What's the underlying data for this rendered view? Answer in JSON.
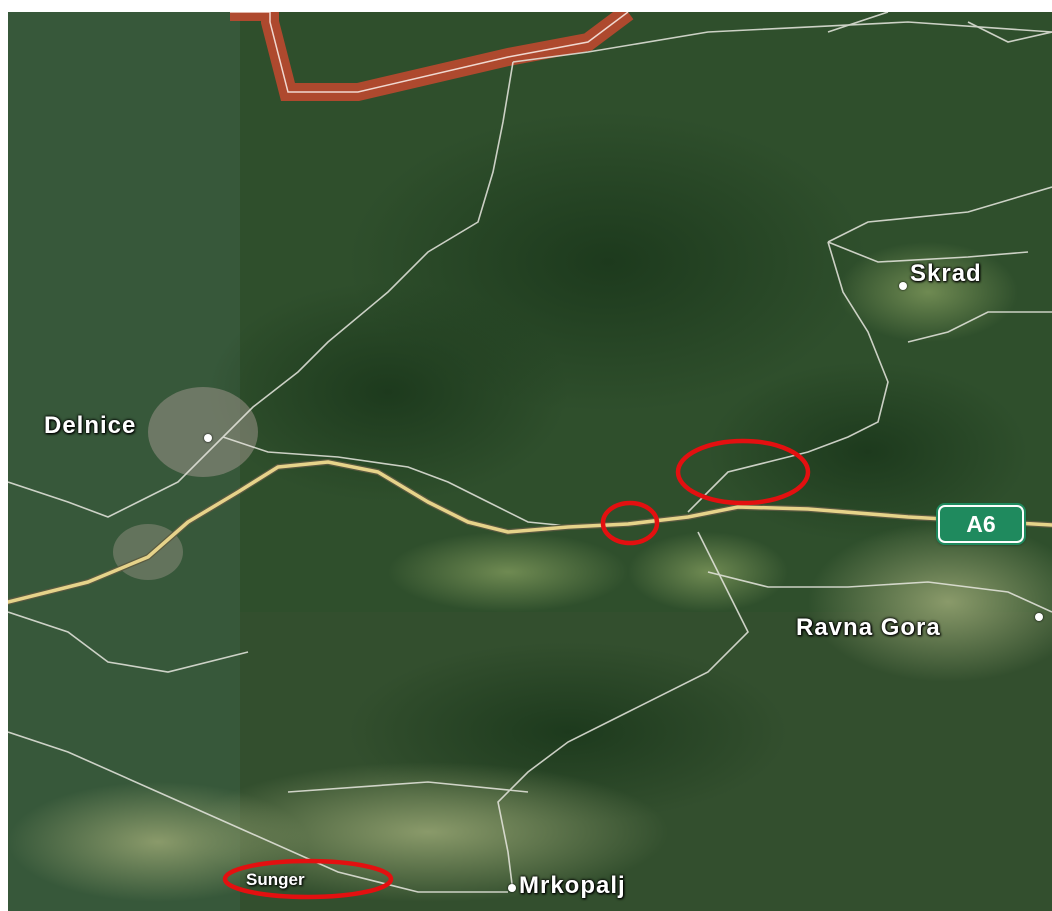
{
  "map": {
    "places": {
      "skrad": "Skrad",
      "delnice": "Delnice",
      "ravna_gora": "Ravna Gora",
      "mrkopalj": "Mrkopalj",
      "sunger": "Sunger"
    },
    "road_shield": "A6",
    "colors": {
      "highway": "#e6d38a",
      "border": "#d9472f",
      "annotation": "#e31010",
      "shield": "#1f8a5e"
    },
    "annotations": {
      "circle_count": 3,
      "style": "red ellipse marker"
    }
  }
}
